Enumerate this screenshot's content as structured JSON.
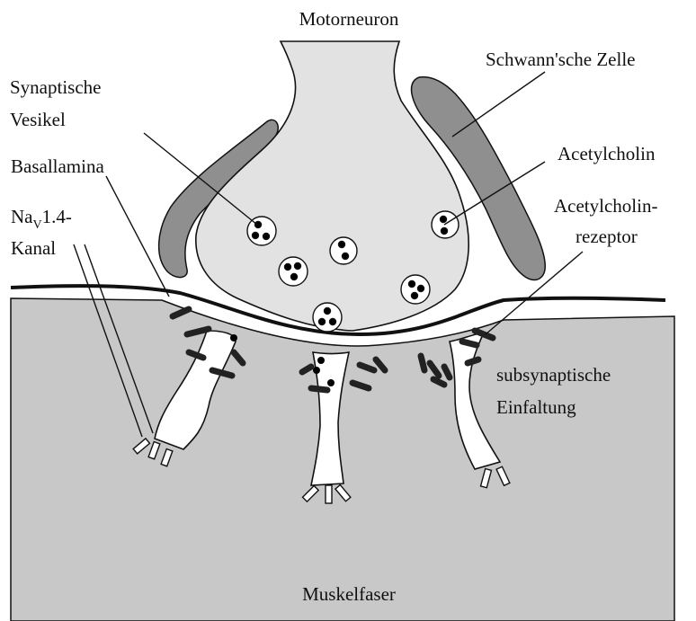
{
  "labels": {
    "motorneuron": "Motorneuron",
    "schwann_cell": "Schwann'sche Zelle",
    "synaptic_vesicle_line1": "Synaptische",
    "synaptic_vesicle_line2": "Vesikel",
    "acetylcholine": "Acetylcholin",
    "basal_lamina": "Basallamina",
    "acetylcholine_receptor_line1": "Acetylcholin-",
    "acetylcholine_receptor_line2": "rezeptor",
    "nav_channel_na": "Na",
    "nav_channel_sub": "V",
    "nav_channel_rest": "1.4-",
    "nav_channel_line2": "Kanal",
    "subsynaptic_fold_line1": "subsynaptische",
    "subsynaptic_fold_line2": "Einfaltung",
    "muscle_fiber": "Muskelfaser"
  },
  "colors": {
    "muscle_fill": "#c8c8c8",
    "neuron_fill": "#e2e2e2",
    "schwann_fill": "#8f8f8f",
    "outline": "#111111"
  }
}
